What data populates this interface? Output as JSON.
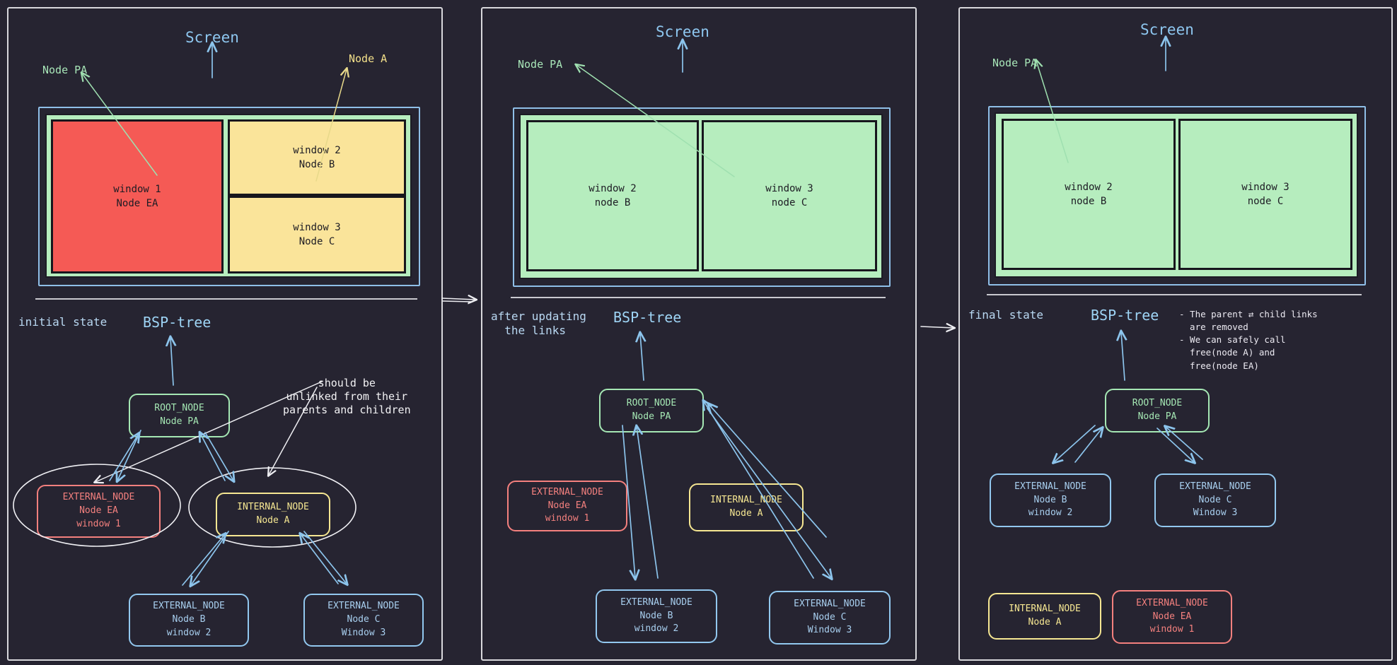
{
  "panels": [
    {
      "id": "initial",
      "screen_title": "Screen",
      "state_label": "initial state",
      "bsp_title": "BSP-tree",
      "callouts": {
        "node_pa": "Node PA",
        "node_a": "Node A"
      },
      "note": "should be\nunlinked from their\nparents and children",
      "windows": [
        {
          "name": "window-1",
          "text": "window 1\nNode EA",
          "color": "red"
        },
        {
          "name": "window-2",
          "text": "window 2\nNode B",
          "color": "yellow"
        },
        {
          "name": "window-3",
          "text": "window 3\nNode C",
          "color": "yellow"
        }
      ],
      "tree": [
        {
          "name": "root-node-pa",
          "kind": "ROOT_NODE",
          "node": "Node PA",
          "window": "",
          "color": "green"
        },
        {
          "name": "external-node-ea",
          "kind": "EXTERNAL_NODE",
          "node": "Node EA",
          "window": "window 1",
          "color": "red"
        },
        {
          "name": "internal-node-a",
          "kind": "INTERNAL_NODE",
          "node": "Node A",
          "window": "",
          "color": "yellow"
        },
        {
          "name": "external-node-b",
          "kind": "EXTERNAL_NODE",
          "node": "Node B",
          "window": "window 2",
          "color": "blue"
        },
        {
          "name": "external-node-c",
          "kind": "EXTERNAL_NODE",
          "node": "Node C",
          "window": "Window 3",
          "color": "blue"
        }
      ]
    },
    {
      "id": "after-links",
      "screen_title": "Screen",
      "state_label": "after updating\n  the links",
      "bsp_title": "BSP-tree",
      "callouts": {
        "node_pa": "Node PA"
      },
      "windows": [
        {
          "name": "window-2",
          "text": "window 2\nnode B",
          "color": "green"
        },
        {
          "name": "window-3",
          "text": "window 3\nnode C",
          "color": "green"
        }
      ],
      "tree": [
        {
          "name": "root-node-pa",
          "kind": "ROOT_NODE",
          "node": "Node PA",
          "window": "",
          "color": "green"
        },
        {
          "name": "external-node-ea",
          "kind": "EXTERNAL_NODE",
          "node": "Node EA",
          "window": "window 1",
          "color": "red"
        },
        {
          "name": "internal-node-a",
          "kind": "INTERNAL_NODE",
          "node": "Node A",
          "window": "",
          "color": "yellow"
        },
        {
          "name": "external-node-b",
          "kind": "EXTERNAL_NODE",
          "node": "Node B",
          "window": "window 2",
          "color": "blue"
        },
        {
          "name": "external-node-c",
          "kind": "EXTERNAL_NODE",
          "node": "Node C",
          "window": "Window 3",
          "color": "blue"
        }
      ]
    },
    {
      "id": "final",
      "screen_title": "Screen",
      "state_label": "final state",
      "bsp_title": "BSP-tree",
      "callouts": {
        "node_pa": "Node PA"
      },
      "note": "- The parent ⇄ child links\n  are removed\n- We can safely call\n  free(node A) and\n  free(node EA)",
      "windows": [
        {
          "name": "window-2",
          "text": "window 2\nnode B",
          "color": "green"
        },
        {
          "name": "window-3",
          "text": "window 3\nnode C",
          "color": "green"
        }
      ],
      "tree": [
        {
          "name": "root-node-pa",
          "kind": "ROOT_NODE",
          "node": "Node PA",
          "window": "",
          "color": "green"
        },
        {
          "name": "external-node-b",
          "kind": "EXTERNAL_NODE",
          "node": "Node B",
          "window": "window 2",
          "color": "blue"
        },
        {
          "name": "external-node-c",
          "kind": "EXTERNAL_NODE",
          "node": "Node C",
          "window": "Window 3",
          "color": "blue"
        },
        {
          "name": "internal-node-a",
          "kind": "INTERNAL_NODE",
          "node": "Node A",
          "window": "",
          "color": "yellow"
        },
        {
          "name": "external-node-ea",
          "kind": "EXTERNAL_NODE",
          "node": "Node EA",
          "window": "window 1",
          "color": "red"
        }
      ]
    }
  ],
  "colors": {
    "background": "#262431",
    "green": "#a5e8b4",
    "red": "#f4807e",
    "yellow": "#f6e792",
    "blue": "#92c8ef",
    "white": "#eeeef2",
    "pane_green": "#b6edbe",
    "pane_red": "#f55a55",
    "pane_yellow": "#fae49a"
  }
}
